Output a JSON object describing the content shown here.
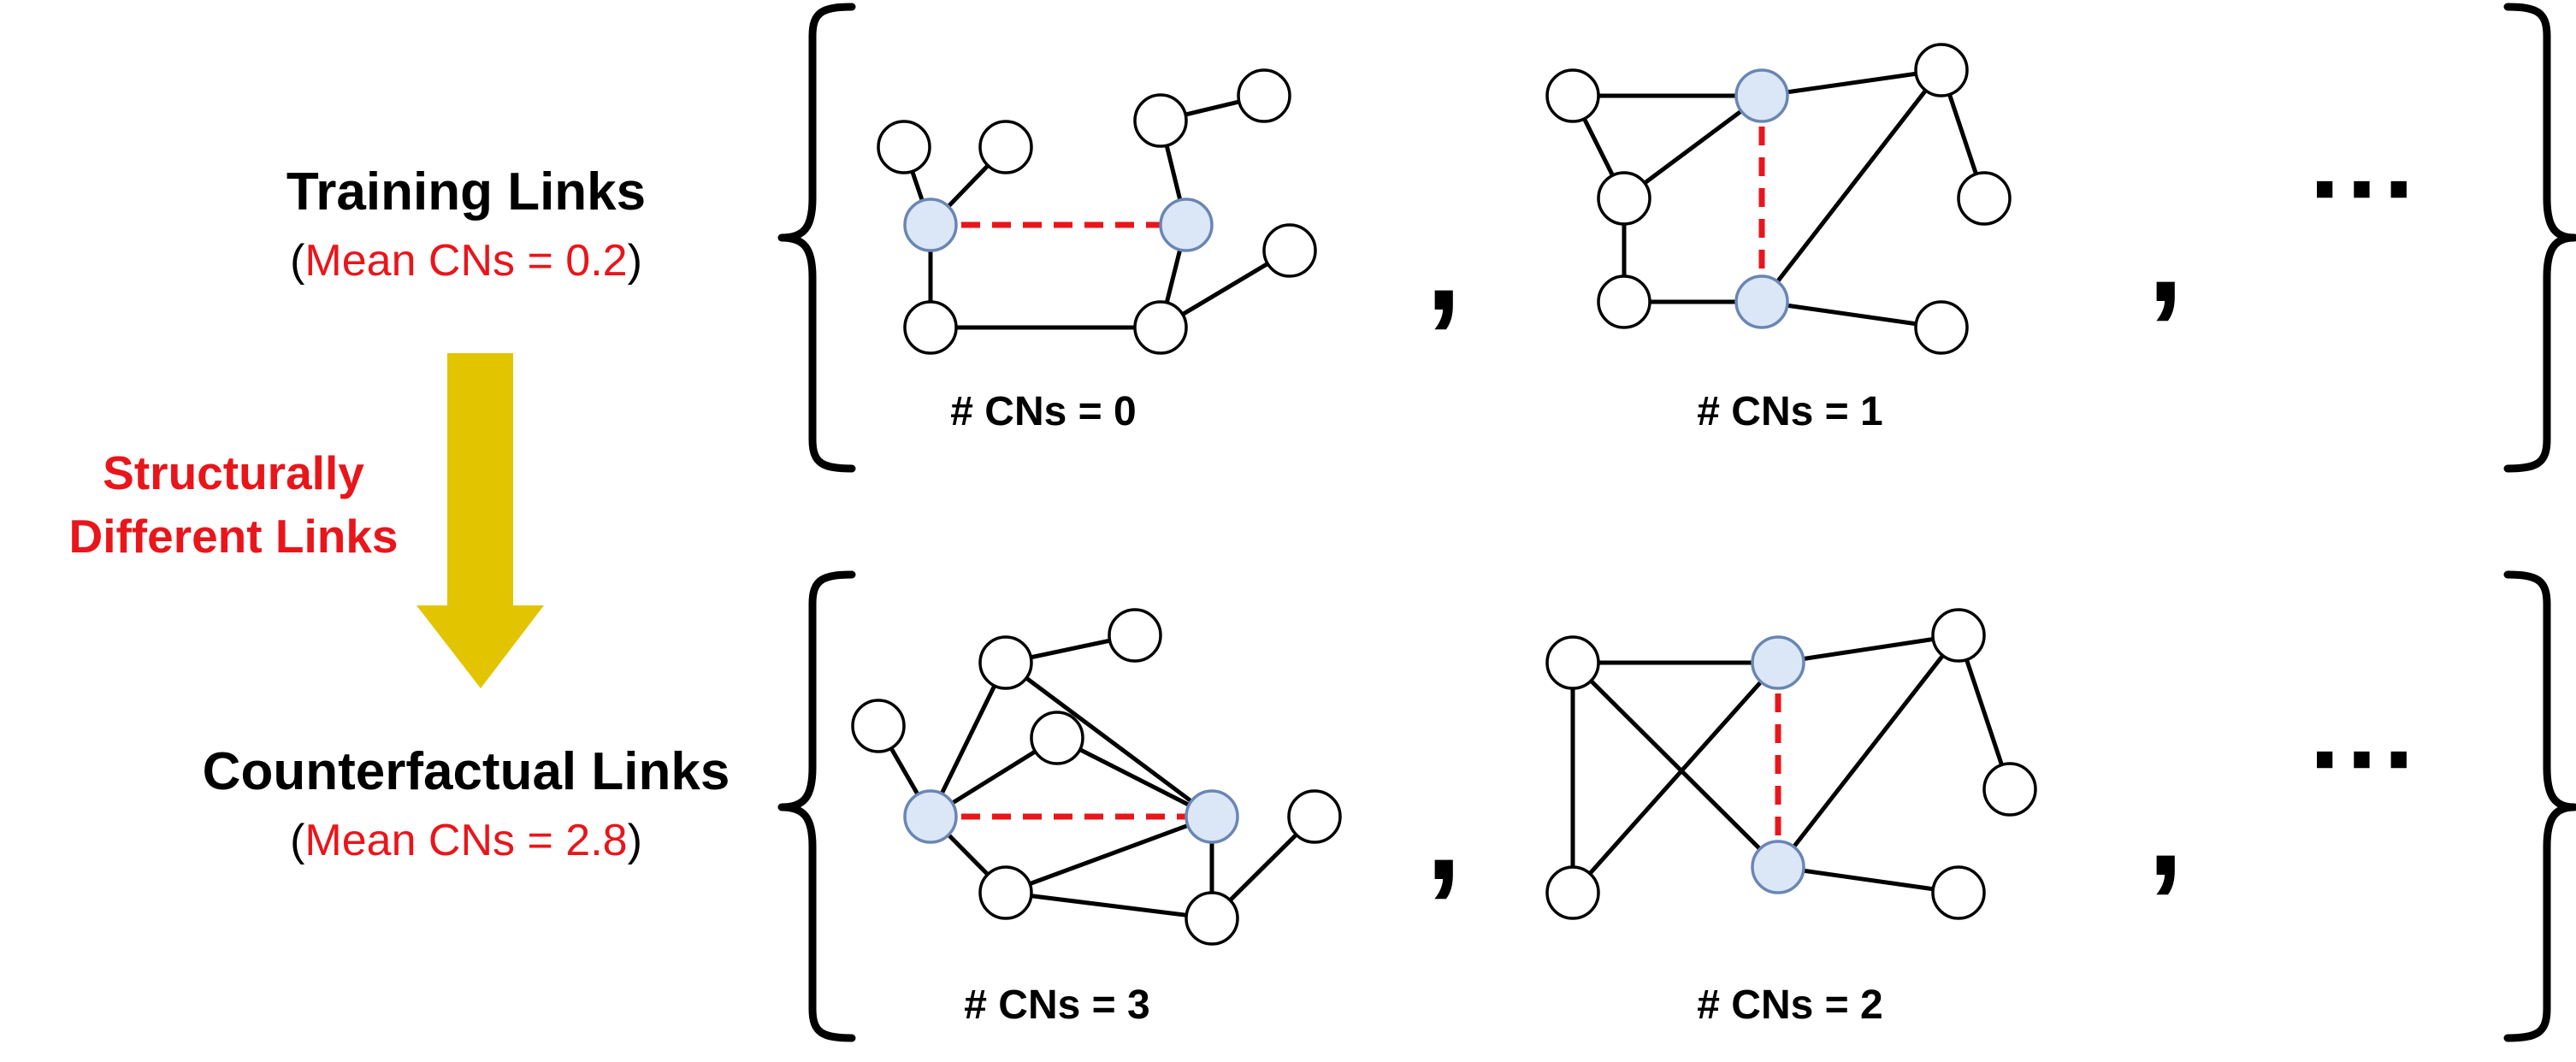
{
  "rows": [
    {
      "title": "Training Links",
      "mean_label": "Mean CNs = 0.2"
    },
    {
      "title": "Counterfactual Links",
      "mean_label": "Mean CNs = 2.8"
    }
  ],
  "shift_label": [
    "Structurally",
    "Different Links"
  ],
  "separator": ",",
  "ellipsis": "···",
  "graphs": [
    {
      "cn_label": "# CNs = 0"
    },
    {
      "cn_label": "# CNs = 1"
    },
    {
      "cn_label": "# CNs = 3"
    },
    {
      "cn_label": "# CNs = 2"
    }
  ],
  "colors": {
    "accent": "#e8161b",
    "arrow": "#e2c400",
    "endpoint_fill": "#dbe7f7",
    "endpoint_stroke": "#6a86b3"
  }
}
